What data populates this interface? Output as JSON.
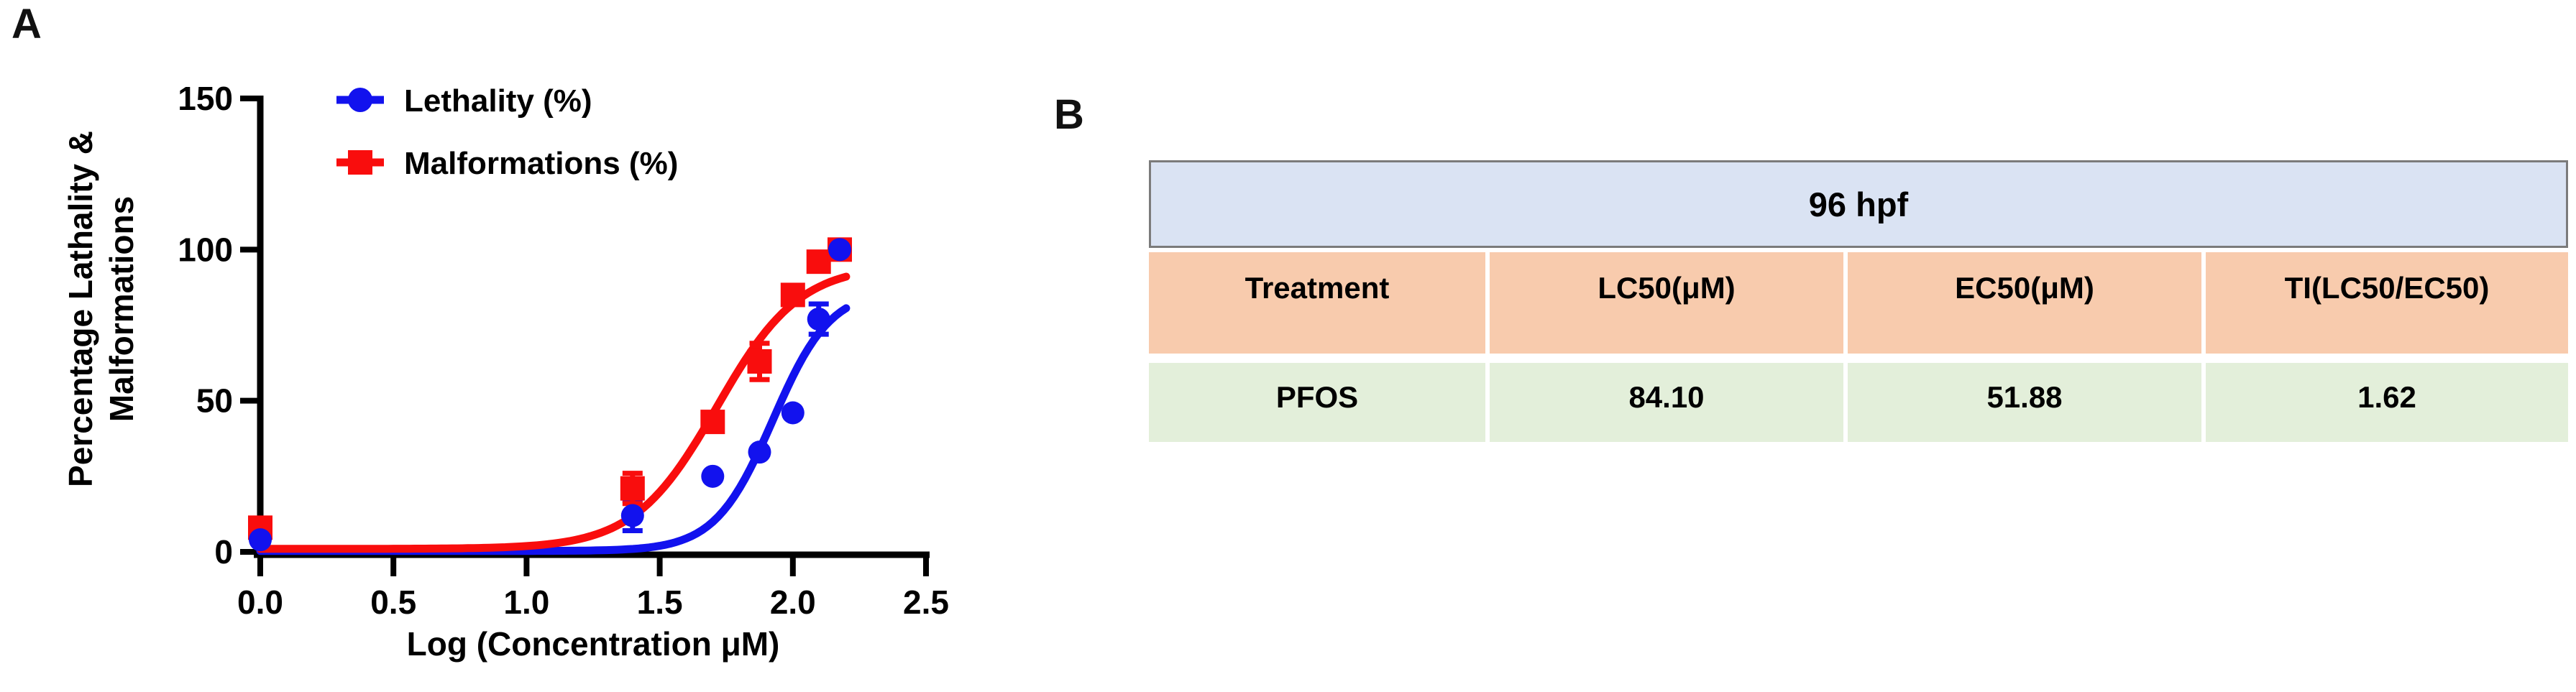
{
  "panelA": {
    "label": "A"
  },
  "panelB": {
    "label": "B",
    "table": {
      "title": "96 hpf",
      "columns": [
        "Treatment",
        "LC50(μM)",
        "EC50(μM)",
        "TI(LC50/EC50)"
      ],
      "rows": [
        [
          "PFOS",
          "84.10",
          "51.88",
          "1.62"
        ]
      ],
      "colors": {
        "title_bg": "#dae3f3",
        "title_border": "#7b7b7b",
        "header_bg": "#f8cbad",
        "row_bg": "#e3efda"
      }
    }
  },
  "chart_data": {
    "type": "scatter",
    "subtype": "dose-response curves with error bars",
    "title": "",
    "xlabel": "Log (Concentration μM)",
    "ylabel_lines": [
      "Percentage Lathality &",
      "Malformations"
    ],
    "xlim": [
      0.0,
      2.5
    ],
    "ylim": [
      0,
      150
    ],
    "grid": "off",
    "legend_position": "top-left-inside",
    "xticks": [
      {
        "v": 0.0,
        "label": "0.0"
      },
      {
        "v": 0.5,
        "label": "0.5"
      },
      {
        "v": 1.0,
        "label": "1.0"
      },
      {
        "v": 1.5,
        "label": "1.5"
      },
      {
        "v": 2.0,
        "label": "2.0"
      },
      {
        "v": 2.5,
        "label": "2.5"
      }
    ],
    "yticks": [
      {
        "v": 0,
        "label": "0"
      },
      {
        "v": 50,
        "label": "50"
      },
      {
        "v": 100,
        "label": "100"
      },
      {
        "v": 150,
        "label": "150"
      }
    ],
    "series": [
      {
        "name": "Lethality (%)",
        "color": "#1212ee",
        "marker": "circle",
        "x": [
          0.0,
          1.398,
          1.699,
          1.875,
          2.0,
          2.097,
          2.176
        ],
        "y": [
          4,
          12,
          25,
          33,
          46,
          77,
          100
        ],
        "err": [
          0,
          5,
          0,
          0,
          0,
          5,
          0
        ],
        "fit": {
          "bottom": 0.3,
          "top": 87,
          "logec50": 1.925,
          "hill": 4.0,
          "xstart": 0.0,
          "xend": 2.2
        }
      },
      {
        "name": "Malformations (%)",
        "color": "#f90d0d",
        "marker": "square",
        "x": [
          0.0,
          1.398,
          1.699,
          1.875,
          2.0,
          2.097,
          2.176
        ],
        "y": [
          8,
          21,
          43,
          63,
          85,
          96,
          100
        ],
        "err": [
          0,
          5,
          0,
          6,
          3,
          0,
          0
        ],
        "fit": {
          "bottom": 1.0,
          "top": 95,
          "logec50": 1.715,
          "hill": 2.8,
          "xstart": 0.0,
          "xend": 2.2
        }
      }
    ]
  }
}
